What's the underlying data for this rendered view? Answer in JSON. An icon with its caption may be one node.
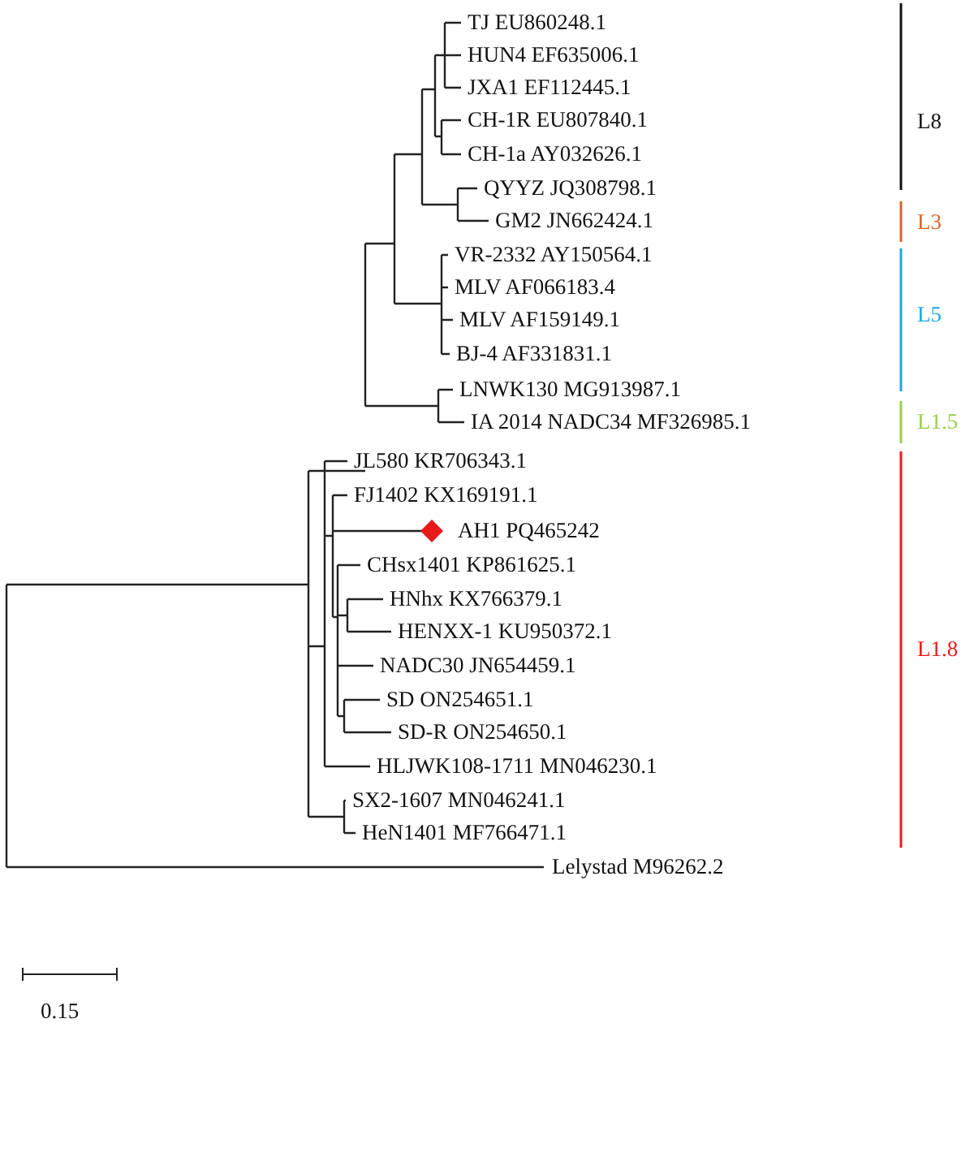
{
  "diagram": {
    "labels": [
      "TJ EU860248.1",
      "HUN4 EF635006.1",
      "JXA1 EF112445.1",
      "CH-1R EU807840.1",
      "CH-1a AY032626.1",
      "QYYZ JQ308798.1",
      "GM2 JN662424.1",
      "VR-2332 AY150564.1",
      "MLV AF066183.4",
      "MLV AF159149.1",
      "BJ-4 AF331831.1",
      "LNWK130 MG913987.1",
      "IA 2014 NADC34 MF326985.1",
      "JL580 KR706343.1",
      "FJ1402 KX169191.1",
      "AH1 PQ465242",
      "CHsx1401 KP861625.1",
      "HNhx KX766379.1",
      "HENXX-1 KU950372.1",
      "NADC30 JN654459.1",
      "SD ON254651.1",
      "SD-R ON254650.1",
      "HLJWK108-1711 MN046230.1",
      "SX2-1607 MN046241.1",
      "HeN1401 MF766471.1",
      "Lelystad M96262.2",
      "L8",
      "L3",
      "L5",
      "L1.5",
      "L1.8",
      "0.15"
    ]
  }
}
